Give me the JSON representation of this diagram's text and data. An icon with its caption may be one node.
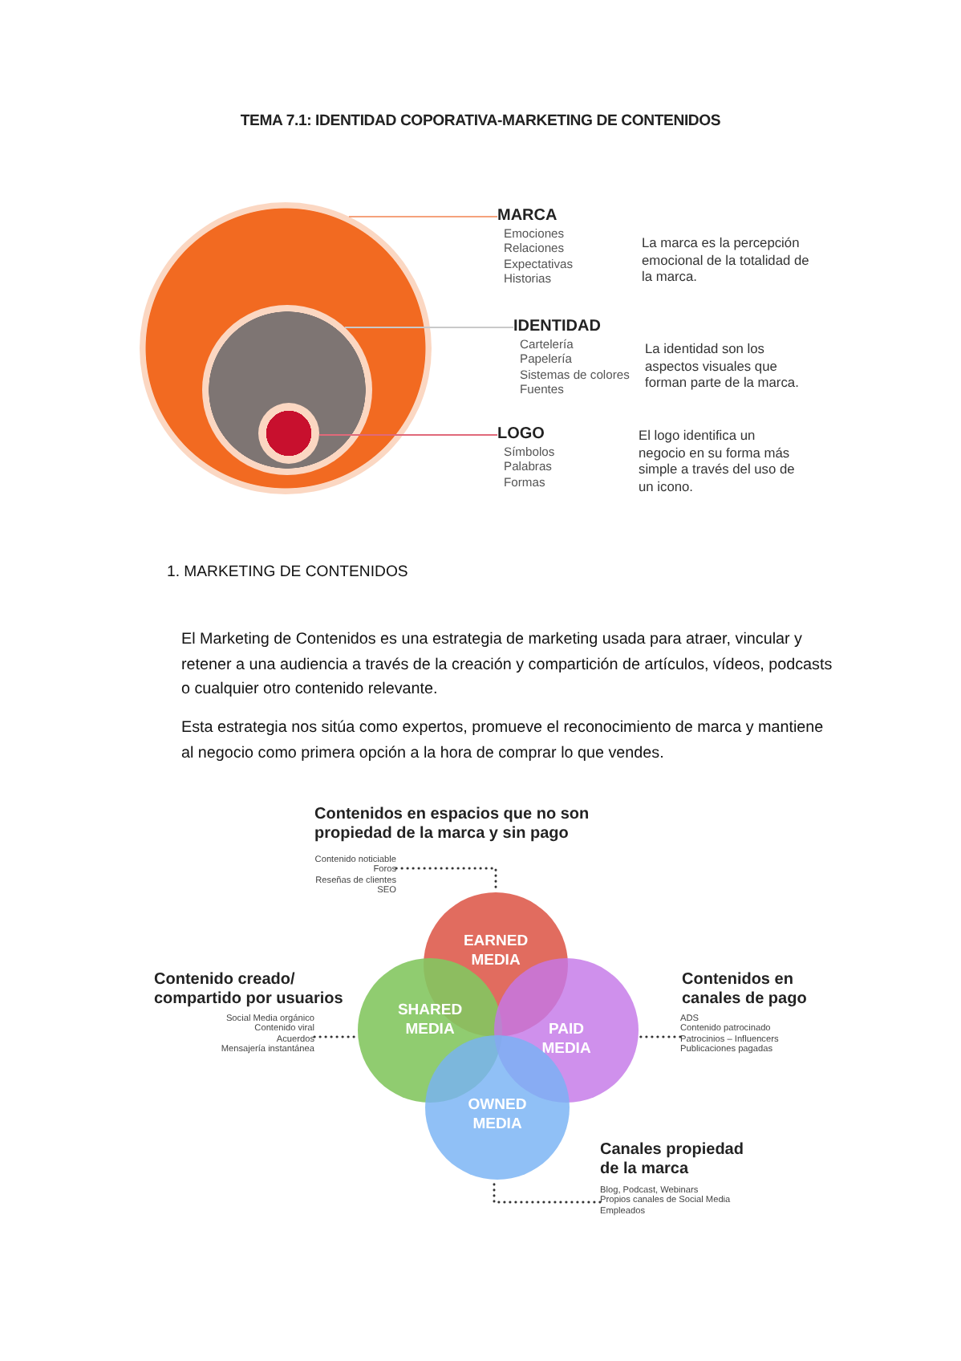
{
  "diagram": {
    "title": "TEMA 7.1: IDENTIDAD COPORATIVA-MARKETING DE CONTENIDOS",
    "nodes": [
      {
        "text": [],
        "shape": "circle"
      },
      {
        "text": [],
        "shape": "circle",
        "in": 0
      },
      {
        "text": [],
        "shape": "circle",
        "in": 1
      },
      {
        "text": [
          "MARCA",
          "Emociones",
          "Relaciones",
          "Expectativas",
          "Historias"
        ]
      },
      {
        "text": [
          "IDENTIDAD",
          "Cartelería",
          "Papelería",
          "Sistemas de colores",
          "Fuentes"
        ]
      },
      {
        "text": [
          "LOGO",
          "Símbolos",
          "Palabras",
          "Formas"
        ]
      },
      {
        "text": [
          "EARNED MEDIA"
        ]
      },
      {
        "text": [
          "SHARED MEDIA"
        ]
      },
      {
        "text": [
          "PAID MEDIA"
        ]
      },
      {
        "text": [
          "OWNED MEDIA"
        ]
      },
      {
        "text": [
          "Contenido noticiable",
          "Foros",
          "Reseñas de clientes",
          "SEO"
        ],
        "beside": [
          "Contenidos en espacios que no son propiedad de la marca y sin pago"
        ]
      },
      {
        "text": [
          "Social Media orgánico",
          "Contenido viral",
          "Acuerdos",
          "Mensajería instantánea"
        ],
        "beside": [
          "Contenido creado/ compartido por usuarios"
        ]
      },
      {
        "text": [
          "ADS",
          "Contenido patrocinado",
          "Patrocinios – Influencers",
          "Publicaciones pagadas"
        ],
        "beside": [
          "Contenidos en canales de pago"
        ]
      },
      {
        "text": [
          "Blog, Podcast, Webinars",
          "Propios canales de Social Media",
          "Empleados"
        ],
        "beside": [
          "Canales propiedad de la marca"
        ]
      }
    ],
    "edges": [
      {
        "from": 3,
        "to": 0,
        "arrow": "none",
        "color": "#f5a27c"
      },
      {
        "from": 4,
        "to": 1,
        "arrow": "none",
        "color": "#c9c9c9"
      },
      {
        "from": 5,
        "to": 2,
        "arrow": "none",
        "color": "#e0697a"
      },
      {
        "from": 10,
        "to": 6,
        "arrow": "none",
        "style": "dashed"
      },
      {
        "from": 11,
        "to": 7,
        "arrow": "none",
        "style": "dashed"
      },
      {
        "from": 12,
        "to": 8,
        "arrow": "none",
        "style": "dashed"
      },
      {
        "from": 13,
        "to": 9,
        "arrow": "none",
        "style": "dashed"
      }
    ],
    "labels": [
      "La marca es la percepción emocional de la totalidad de la marca.",
      "La identidad son los aspectos visuales que forman parte de la marca.",
      "El logo identifica un negocio en su forma más simple a través del uso de un icono.",
      "1.   MARKETING DE CONTENIDOS",
      "El Marketing de Contenidos es una estrategia de marketing usada para atraer, vincular y retener a una audiencia a través de la creación y compartición de artículos, vídeos, podcasts o cualquier otro contenido relevante.",
      "Esta estrategia nos sitúa como expertos, promueve el reconocimiento de marca y mantiene al negocio como primera opción a la hora de comprar lo que vendes."
    ]
  }
}
